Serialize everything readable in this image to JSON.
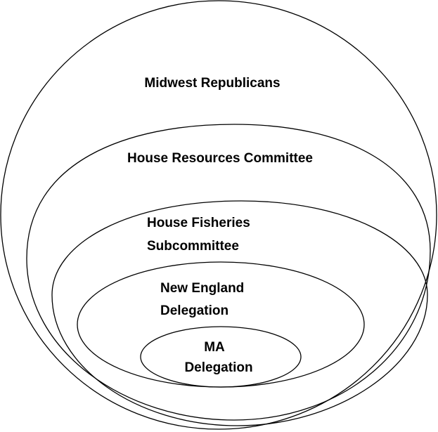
{
  "diagram": {
    "labels": {
      "midwest_republicans": "Midwest Republicans",
      "house_resources_committee": "House Resources Committee",
      "house_fisheries_line1": "House Fisheries",
      "house_fisheries_line2": "Subcommittee",
      "new_england_line1": "New England",
      "new_england_line2": "Delegation",
      "ma_line1": "MA",
      "ma_line2": "Delegation"
    },
    "colors": {
      "stroke": "#000000",
      "text": "#000000",
      "background": "#ffffff"
    }
  }
}
